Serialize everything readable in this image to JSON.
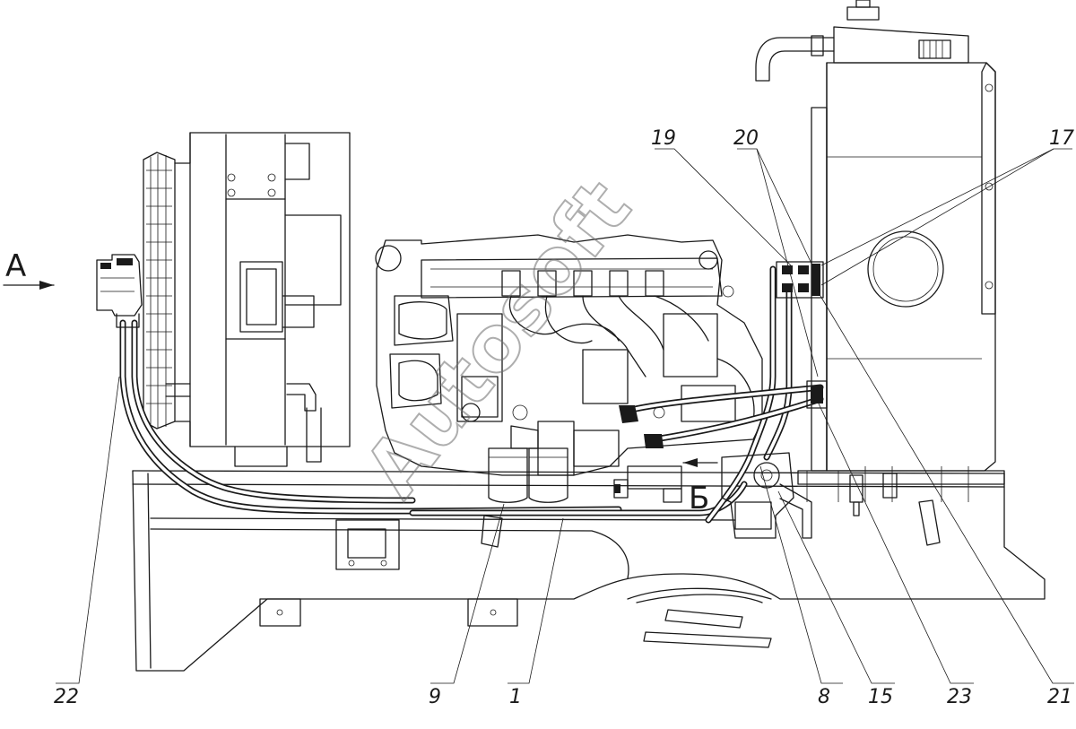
{
  "view_labels": {
    "view_a": "А",
    "view_b": "Б"
  },
  "callouts": {
    "c22": "22",
    "c9": "9",
    "c1": "1",
    "c8": "8",
    "c15": "15",
    "c23": "23",
    "c21": "21",
    "c19": "19",
    "c20": "20",
    "c17": "17"
  },
  "watermark": "Autosoft"
}
